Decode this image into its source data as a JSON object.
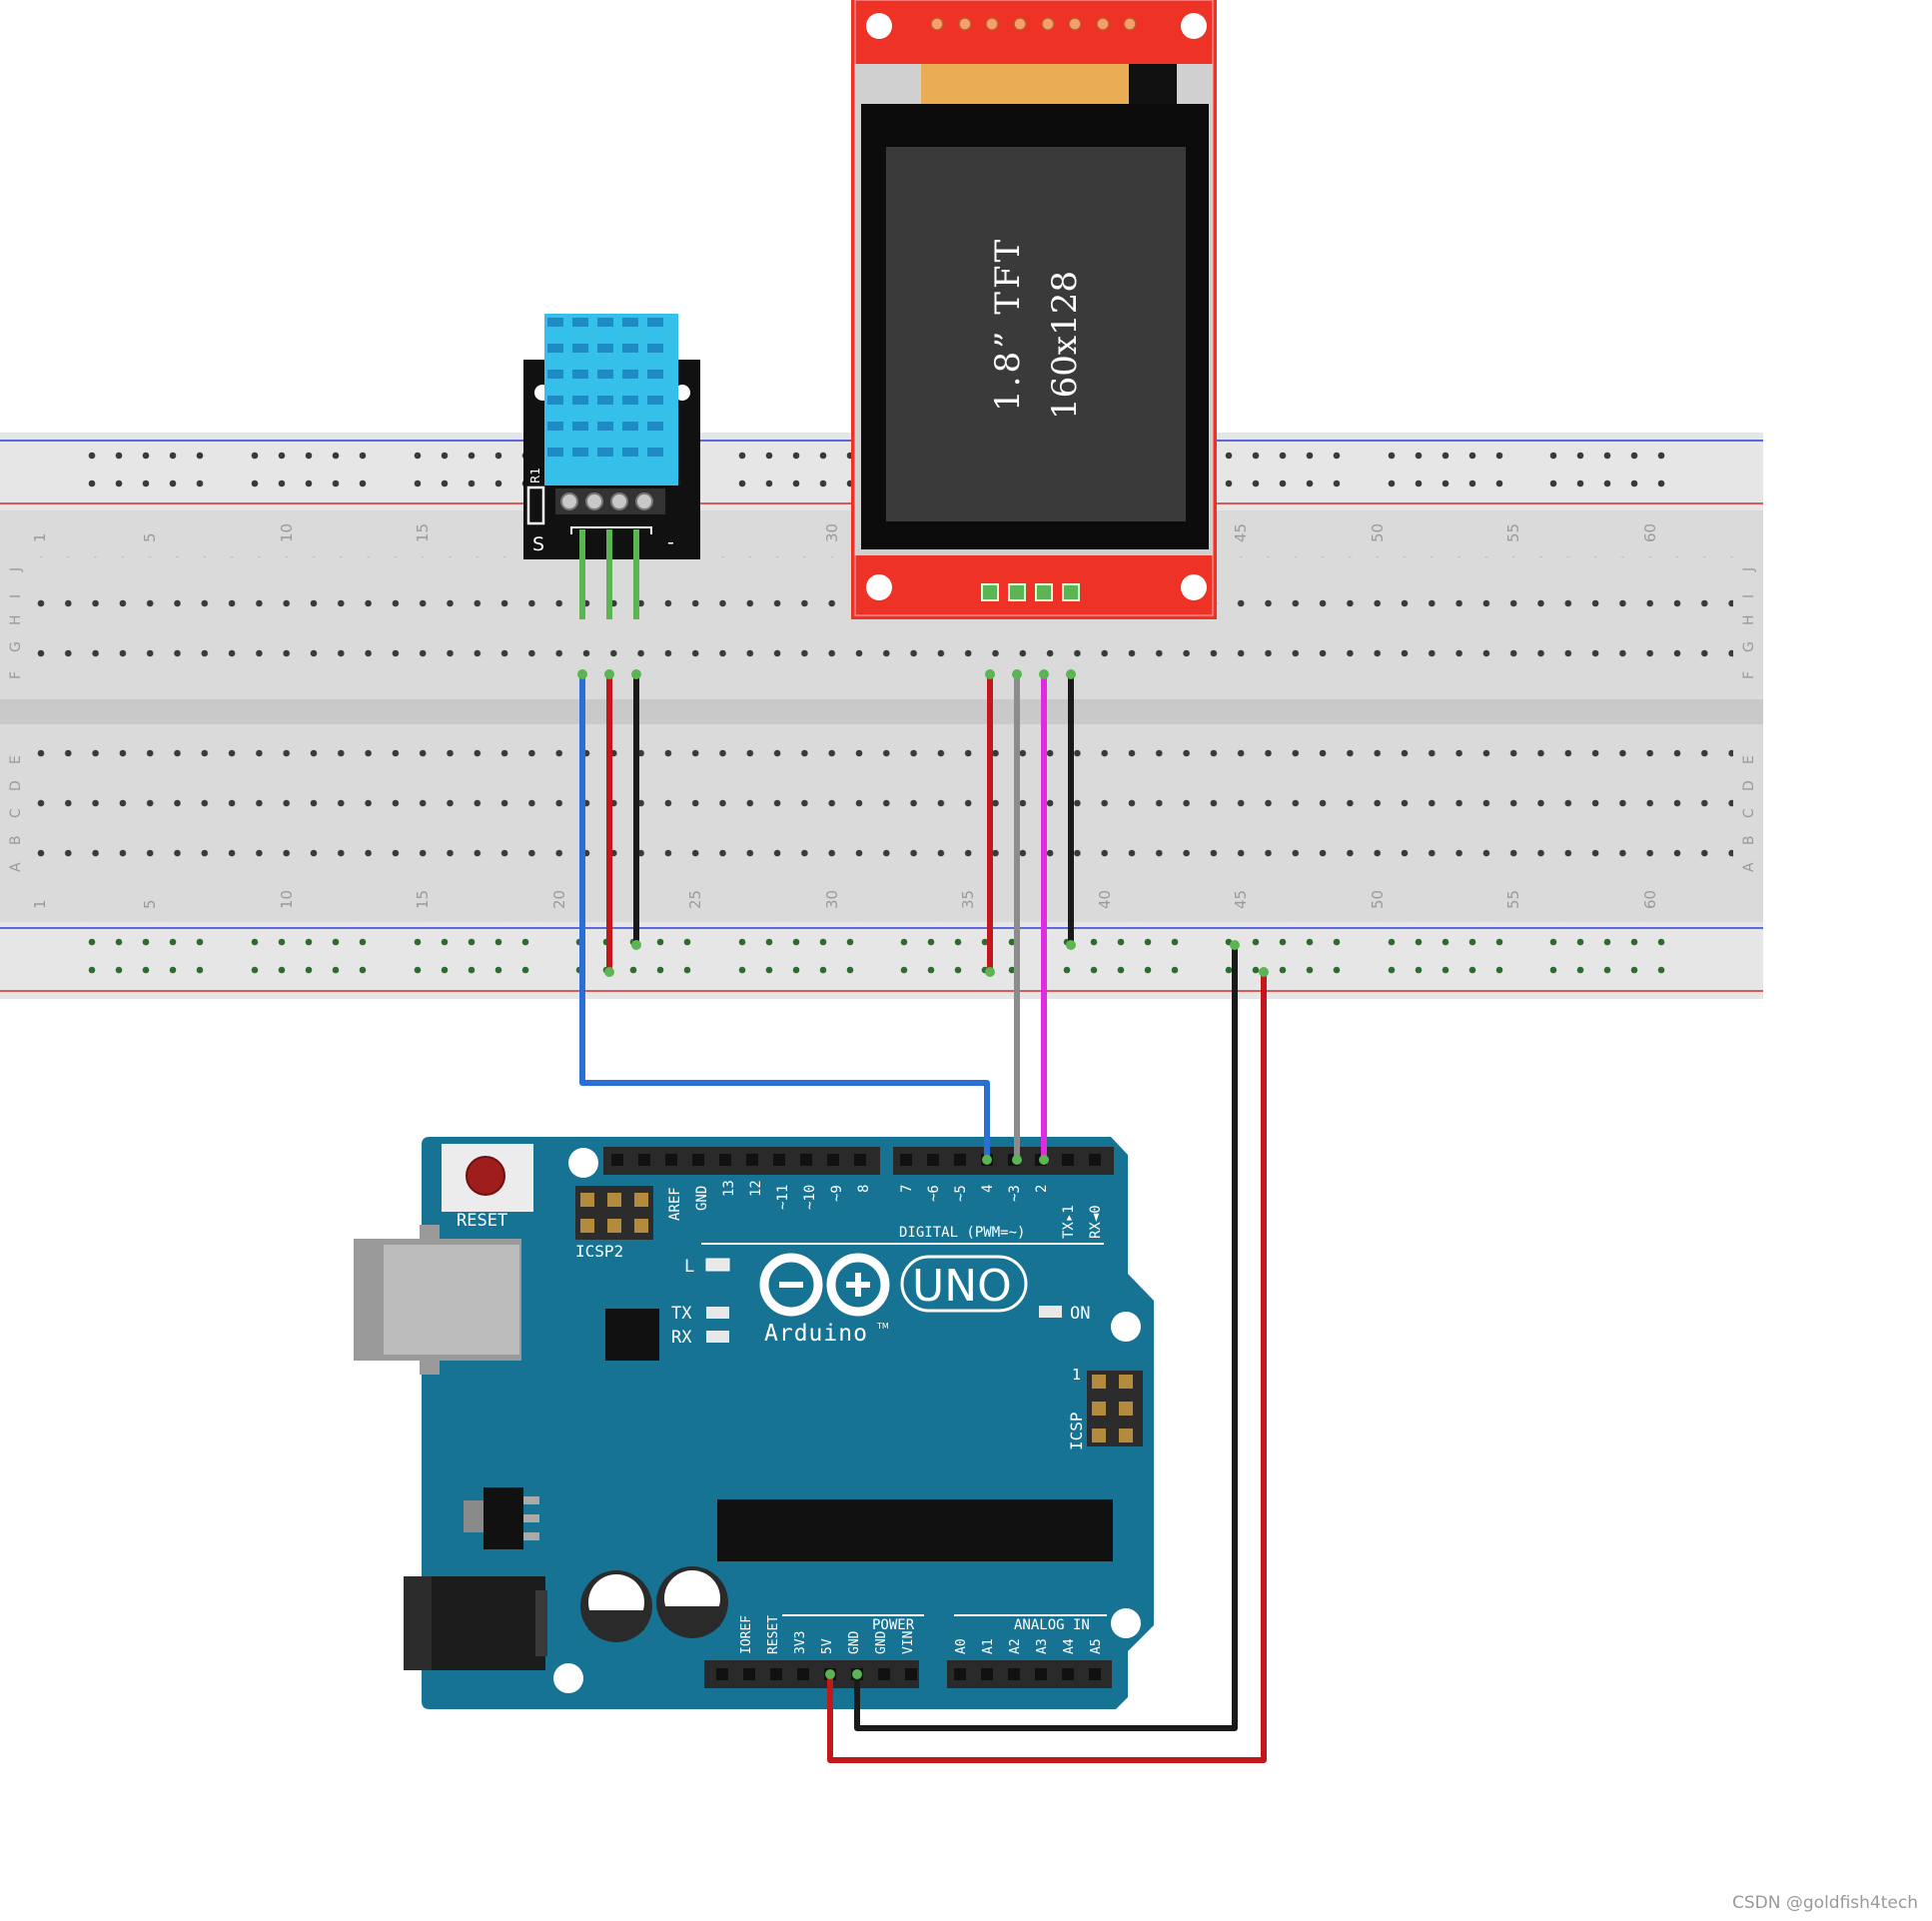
{
  "breadboard": {
    "column_numbers": [
      "1",
      "5",
      "10",
      "15",
      "20",
      "25",
      "30",
      "35",
      "40",
      "45",
      "50",
      "55",
      "60"
    ],
    "top_row_letters": [
      "J",
      "I",
      "H",
      "G",
      "F"
    ],
    "bottom_row_letters": [
      "E",
      "D",
      "C",
      "B",
      "A"
    ]
  },
  "dht11": {
    "pin_labels": [
      "S",
      "-"
    ],
    "board_mark": "R1"
  },
  "tft": {
    "size_label": "1.8” TFT",
    "resolution_label": "160x128"
  },
  "arduino": {
    "reset_label": "RESET",
    "icsp2_label": "ICSP2",
    "icsp_label": "ICSP",
    "icsp_pin1": "1",
    "led_l": "L",
    "led_tx": "TX",
    "led_rx": "RX",
    "on_label": "ON",
    "brand": "Arduino",
    "model": "UNO",
    "trademark": "TM",
    "digital_header_label": "DIGITAL (PWM=~)",
    "power_header_label": "POWER",
    "analog_header_label": "ANALOG IN",
    "digital_pins_left": [
      "AREF",
      "GND",
      "13",
      "12",
      "~11",
      "~10",
      "~9",
      "8"
    ],
    "digital_pins_right": [
      "7",
      "~6",
      "~5",
      "4",
      "~3",
      "2",
      "TX▸1",
      "RX◄0"
    ],
    "power_pins": [
      "IOREF",
      "RESET",
      "3V3",
      "5V",
      "GND",
      "GND",
      "VIN"
    ],
    "analog_pins": [
      "A0",
      "A1",
      "A2",
      "A3",
      "A4",
      "A5"
    ]
  },
  "wire_colors": {
    "blue": "#2a6fd6",
    "red": "#c2181b",
    "black": "#1a1a1a",
    "gray": "#8c8c8c",
    "magenta": "#e02be0",
    "dht_pins": "#5ab552",
    "pcb_red": "#ee3326",
    "arduino_teal": "#167394",
    "dht_blue": "#34c0e8"
  },
  "watermark": "CSDN @goldfish4tech"
}
